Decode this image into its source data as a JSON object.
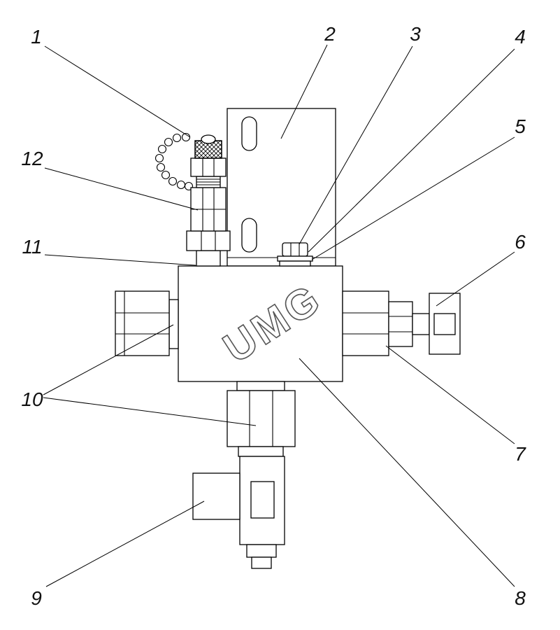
{
  "page": {
    "background": "#ffffff",
    "line_color": "#000000"
  },
  "diagram": {
    "type": "technical-drawing",
    "watermark": "UMG",
    "callouts": [
      {
        "label": "1"
      },
      {
        "label": "2"
      },
      {
        "label": "3"
      },
      {
        "label": "4"
      },
      {
        "label": "5"
      },
      {
        "label": "6"
      },
      {
        "label": "7"
      },
      {
        "label": "8"
      },
      {
        "label": "9"
      },
      {
        "label": "10"
      },
      {
        "label": "11"
      },
      {
        "label": "12"
      }
    ]
  }
}
